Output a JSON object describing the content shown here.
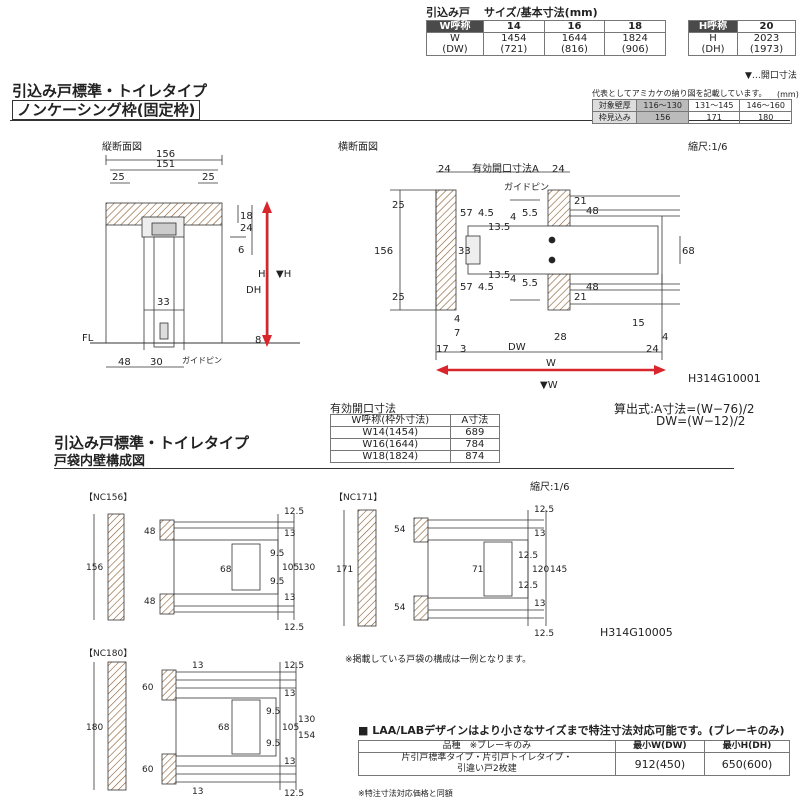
{
  "top_spec": {
    "title_left": "引込み戸",
    "title_right": "サイズ/基本寸法(mm)",
    "w_table": {
      "header": [
        "W呼称",
        "14",
        "16",
        "18"
      ],
      "row_label": [
        "W",
        "(DW)"
      ],
      "values": [
        [
          "1454",
          "(721)"
        ],
        [
          "1644",
          "(816)"
        ],
        [
          "1824",
          "(906)"
        ]
      ]
    },
    "h_table": {
      "header": [
        "H呼称",
        "20"
      ],
      "row_label": [
        "H",
        "(DH)"
      ],
      "values": [
        [
          "2023",
          "(1973)"
        ]
      ]
    },
    "note": "▼…開口寸法"
  },
  "section1": {
    "title": "引込み戸標準・トイレタイプ",
    "subtitle": "ノンケーシング枠(固定枠)",
    "wall_note": "代表としてアミカケの納り図を記載しています。",
    "wall_unit": "(mm)",
    "wall_table": {
      "rows": [
        [
          "対象壁厚",
          "116〜130",
          "131〜145",
          "146〜160"
        ],
        [
          "枠見込み",
          "156",
          "171",
          "180"
        ]
      ]
    },
    "vert_label": "縦断面図",
    "horiz_label": "横断面図",
    "scale": "縮尺:1/6",
    "code": "H314G10001",
    "vert_dims": [
      "156",
      "151",
      "25",
      "25",
      "18",
      "24",
      "6",
      "33",
      "48",
      "30",
      "8",
      "H",
      "▼H",
      "DH",
      "FL"
    ],
    "guide_pin": "ガイドピン",
    "horiz_dims": [
      "24",
      "有効開口寸法A",
      "24",
      "ガイドピン",
      "25",
      "57",
      "4.5",
      "13.5",
      "4",
      "5.5",
      "33",
      "21",
      "48",
      "156",
      "68",
      "25",
      "57",
      "4.5",
      "13.5",
      "4",
      "5.5",
      "21",
      "48",
      "4",
      "7",
      "17",
      "3",
      "DW",
      "28",
      "15",
      "4",
      "24",
      "W",
      "▼W"
    ]
  },
  "effective_table": {
    "title": "有効開口寸法",
    "header": [
      "W呼称(枠外寸法)",
      "A寸法"
    ],
    "rows": [
      [
        "W14(1454)",
        "689"
      ],
      [
        "W16(1644)",
        "784"
      ],
      [
        "W18(1824)",
        "874"
      ]
    ]
  },
  "formula": {
    "line1": "算出式:A寸法=(W−76)/2",
    "line2": "DW=(W−12)/2"
  },
  "section2": {
    "title": "引込み戸標準・トイレタイプ",
    "subtitle": "戸袋内壁構成図",
    "scale": "縮尺:1/6",
    "code": "H314G10005",
    "nc156": {
      "label": "【NC156】",
      "dims": [
        "156",
        "48",
        "48",
        "68",
        "12.5",
        "13",
        "9.5",
        "9.5",
        "13",
        "12.5",
        "105",
        "130"
      ]
    },
    "nc171": {
      "label": "【NC171】",
      "dims": [
        "171",
        "54",
        "54",
        "71",
        "12.5",
        "13",
        "12.5",
        "12.5",
        "13",
        "12.5",
        "120",
        "145"
      ]
    },
    "nc180": {
      "label": "【NC180】",
      "dims": [
        "180",
        "60",
        "60",
        "68",
        "13",
        "13",
        "9.5",
        "9.5",
        "13",
        "13",
        "12.5",
        "12.5",
        "105",
        "130",
        "154"
      ]
    },
    "note": "※掲載している戸袋の構成は一例となります。"
  },
  "special": {
    "title": "■ LAA/LABデザインはより小さなサイズまで特注寸法対応可能です。(ブレーキのみ)",
    "header": [
      "品種　※ブレーキのみ",
      "最小W(DW)",
      "最小H(DH)"
    ],
    "row_label": [
      "片引戸標準タイプ・片引戸トイレタイプ・",
      "引違い戸2枚建"
    ],
    "row_values": [
      "912(450)",
      "650(600)"
    ],
    "note": "※特注寸法対応価格と同額"
  },
  "colors": {
    "accent_red": "#d8262c",
    "header_bg": "#4a4a4a",
    "hatch": "#8b5a2b"
  }
}
